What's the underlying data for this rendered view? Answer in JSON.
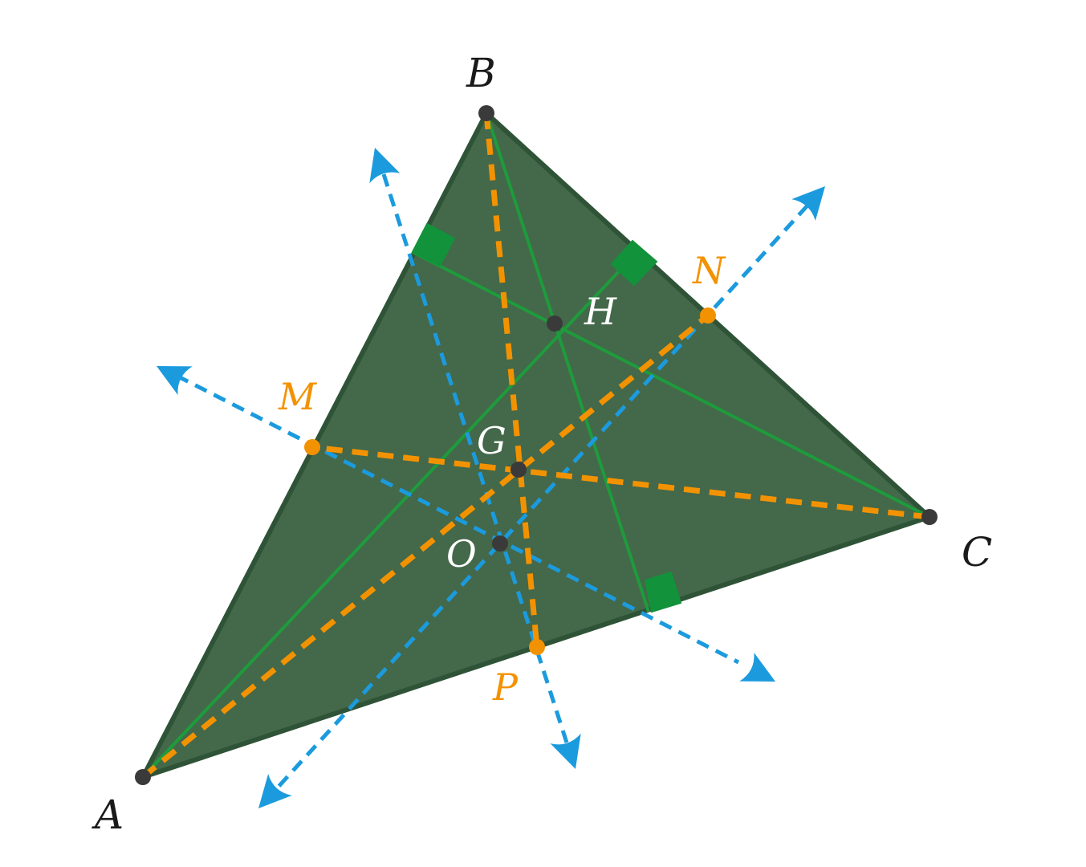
{
  "labels": {
    "A": "A",
    "B": "B",
    "C": "C",
    "H": "H",
    "G": "G",
    "O": "O",
    "M": "M",
    "N": "N",
    "P": "P"
  },
  "colors": {
    "triangle_fill": "#44684A",
    "triangle_edge": "#2F5337",
    "altitude": "#1E9B3C",
    "right_angle": "#12923A",
    "median": "#F39200",
    "perp_bisector": "#1B9BDE",
    "point": "#3A3A3A",
    "label_dark": "#1a1a1a",
    "label_light": "#ffffff",
    "label_orange": "#F39200"
  }
}
